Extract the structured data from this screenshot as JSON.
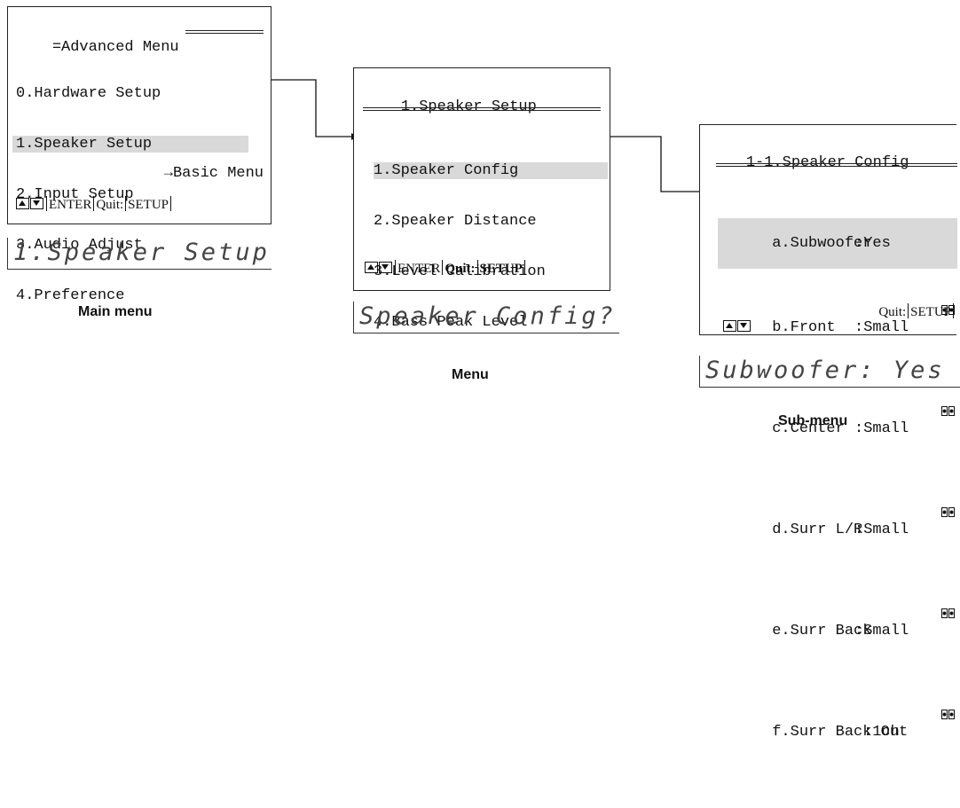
{
  "main_menu": {
    "title": "=Advanced Menu",
    "items": [
      "0.Hardware Setup",
      "1.Speaker Setup",
      "2.Input Setup",
      "3.Audio Adjust",
      "4.Preference"
    ],
    "selected_index": 1,
    "basic_menu_link": "→Basic Menu",
    "footer": {
      "enter": "ENTER",
      "quit": "Quit:",
      "setup": "SETUP"
    },
    "lcd": "1.Speaker Setup",
    "caption": "Main menu"
  },
  "menu": {
    "title": "1.Speaker Setup",
    "items": [
      "1.Speaker Config",
      "2.Speaker Distance",
      "3.Level Calibration",
      "4.Bass Peak Level"
    ],
    "selected_index": 0,
    "footer": {
      "enter": "ENTER",
      "quit": "Quit:",
      "setup": "SETUP"
    },
    "lcd": "Speaker Config?",
    "caption": "Menu"
  },
  "sub_menu": {
    "title": "1-1.Speaker Config",
    "items": [
      {
        "label": "a.Subwoofer",
        "value": ":Yes",
        "icon": false
      },
      {
        "label": "b.Front",
        "value": ":Small",
        "icon": true
      },
      {
        "label": "c.Center",
        "value": ":Small",
        "icon": true
      },
      {
        "label": "d.Surr L/R",
        "value": ":Small",
        "icon": true
      },
      {
        "label": "e.Surr Back",
        "value": ":Small",
        "icon": true
      },
      {
        "label": "f.Surr Back Out",
        "value": ":1ch",
        "icon": true
      }
    ],
    "selected_index": 0,
    "footer": {
      "quit": "Quit:",
      "setup": "SETUP"
    },
    "lcd": "Subwoofer: Yes",
    "caption": "Sub-menu"
  },
  "icons": {
    "up": "up-arrow-key-icon",
    "down": "down-arrow-key-icon",
    "speaker": "speaker-pair-icon"
  }
}
